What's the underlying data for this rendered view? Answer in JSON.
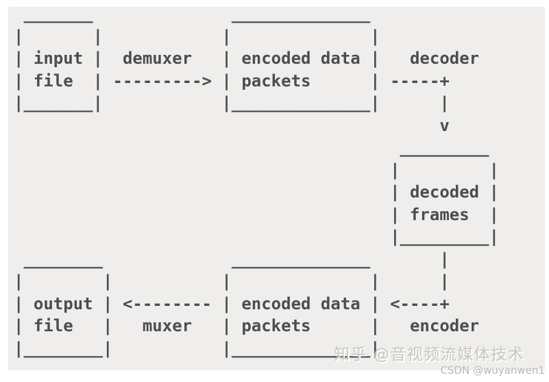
{
  "diagram": {
    "description": "ffmpeg transcoding pipeline (ASCII art)",
    "lines": [
      " _______              ______________",
      "|       |            |              |",
      "| input |  demuxer   | encoded data |   decoder",
      "| file  | ---------> | packets      | -----+",
      "|_______|            |______________|      |",
      "                                           v",
      "                                       _________",
      "                                      |         |",
      "                                      | decoded |",
      "                                      | frames  |",
      "                                      |_________|",
      " ________             ______________       |",
      "|        |           |              |      |",
      "| output | <-------- | encoded data | <----+",
      "| file   |   muxer   | packets      |   encoder",
      "|________|           |______________|"
    ],
    "boxes": [
      "input file",
      "encoded data packets",
      "decoded frames",
      "encoded data packets",
      "output file"
    ],
    "stages": [
      "demuxer",
      "decoder",
      "encoder",
      "muxer"
    ]
  },
  "watermarks": {
    "zhihu": "知乎 @音视频流媒体技术",
    "csdn": "CSDN @wuyanwen1"
  },
  "colors": {
    "page_bg": "#ffffff",
    "panel_bg": "#efeeec",
    "diagram_ink": "#4d4d4d",
    "zhihu_watermark": "#c9c7c4",
    "csdn_watermark": "#b8b6b3"
  }
}
